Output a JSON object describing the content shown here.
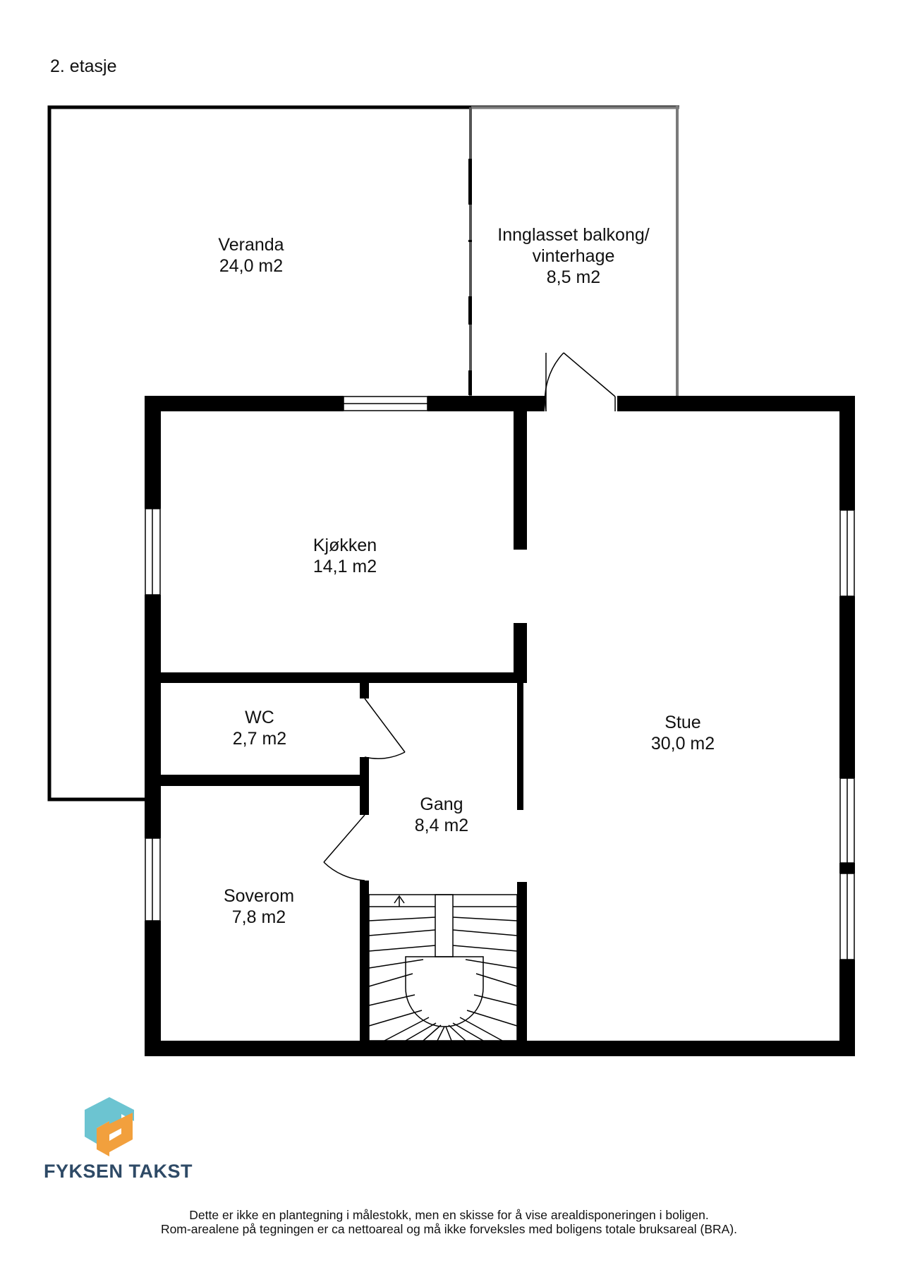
{
  "floor": {
    "title": "2. etasje"
  },
  "rooms": {
    "veranda": {
      "name": "Veranda",
      "area": "24,0 m2"
    },
    "balcony": {
      "name_line1": "Innglasset balkong/",
      "name_line2": "vinterhage",
      "area": "8,5 m2"
    },
    "kitchen": {
      "name": "Kjøkken",
      "area": "14,1 m2"
    },
    "living": {
      "name": "Stue",
      "area": "30,0 m2"
    },
    "wc": {
      "name": "WC",
      "area": "2,7 m2"
    },
    "hall": {
      "name": "Gang",
      "area": "8,4 m2"
    },
    "bedroom": {
      "name": "Soverom",
      "area": "7,8 m2"
    }
  },
  "brand": {
    "name": "FYKSEN TAKST",
    "colors": {
      "teal": "#6cc4d1",
      "orange": "#f2a03d",
      "text": "#2e4a66"
    }
  },
  "disclaimer": {
    "line1": "Dette er ikke en plantegning i målestokk, men en skisse for å vise arealdisponeringen i boligen.",
    "line2": "Rom-arealene på tegningen er ca nettoareal og må ikke forveksles med boligens totale bruksareal (BRA)."
  }
}
